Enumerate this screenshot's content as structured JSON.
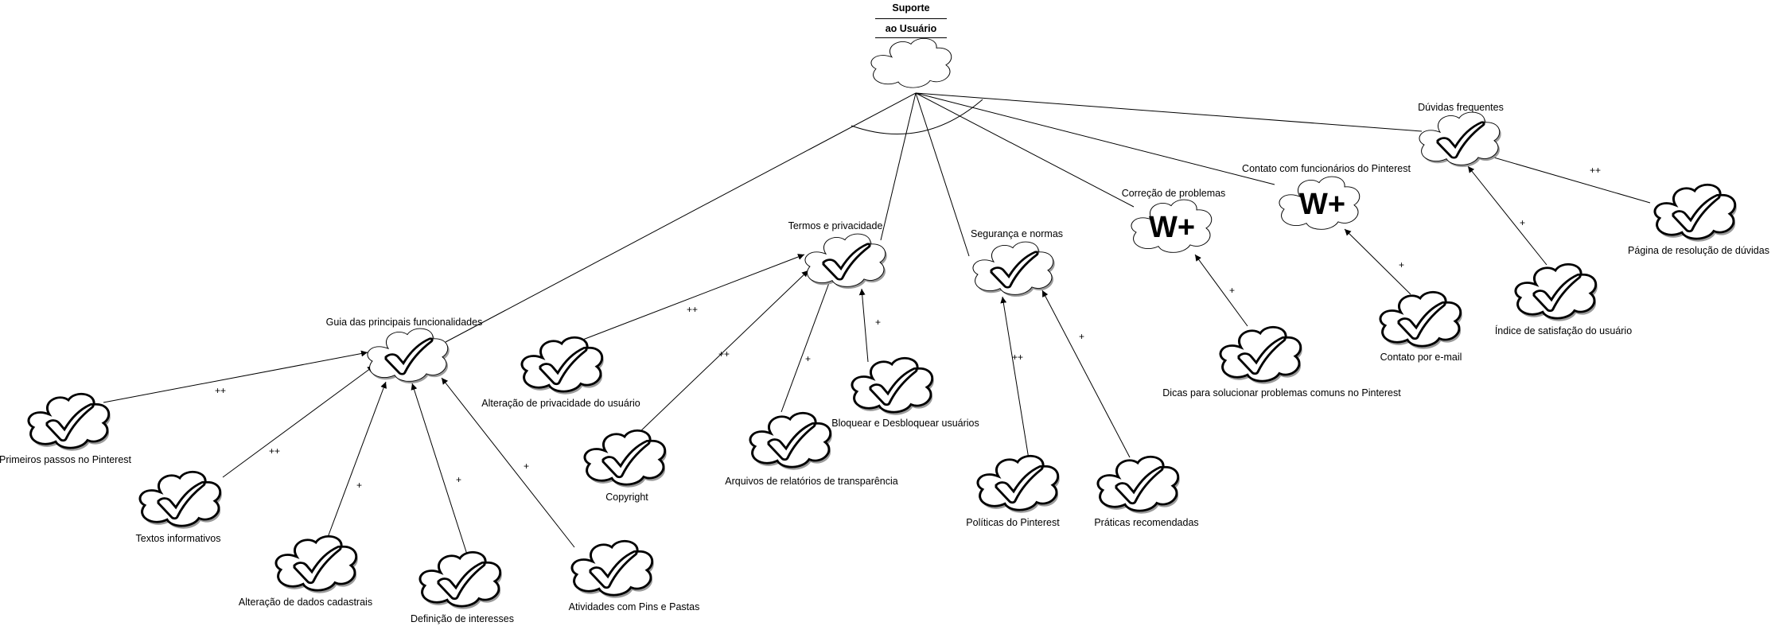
{
  "root": {
    "title_line1": "Suporte",
    "title_line2": "ao Usuário"
  },
  "goals": {
    "guia": "Guia das principais funcionalidades",
    "termos": "Termos e privacidade",
    "seguranca": "Segurança e normas",
    "correcao": "Correção de problemas",
    "contato": "Contato com funcionários do Pinterest",
    "duvidas": "Dúvidas frequentes"
  },
  "tasks": {
    "primeiros": "Primeiros passos no Pinterest",
    "textos": "Textos informativos",
    "alteracao_dados": "Alteração de dados cadastrais",
    "definicao": "Definição de interesses",
    "atividades": "Atividades com Pins e Pastas",
    "alteracao_privacidade": "Alteração de privacidade do usuário",
    "copyright": "Copyright",
    "arquivos": "Arquivos de relatórios de transparência",
    "bloquear": "Bloquear e Desbloquear usuários",
    "politicas": "Políticas do Pinterest",
    "praticas": "Práticas recomendadas",
    "dicas": "Dicas para solucionar problemas comuns no Pinterest",
    "contato_email": "Contato por e-mail",
    "indice": "Índice de satisfação do usuário",
    "pagina": "Página de resolução de dúvidas"
  },
  "softgoal_marks": {
    "correcao": "W+",
    "contato": "W+"
  },
  "contributions": {
    "primeiros": "++",
    "textos": "++",
    "alteracao_dados": "+",
    "definicao": "+",
    "atividades": "+",
    "alteracao_privacidade": "++",
    "copyright": "++",
    "arquivos": "+",
    "bloquear": "+",
    "politicas": "++",
    "praticas": "+",
    "dicas": "+",
    "contato_email": "+",
    "indice": "+",
    "pagina": "++"
  },
  "colors": {
    "stroke": "#000000",
    "cloud_fill": "#ffffff",
    "shadow": "#9a9a9a"
  }
}
